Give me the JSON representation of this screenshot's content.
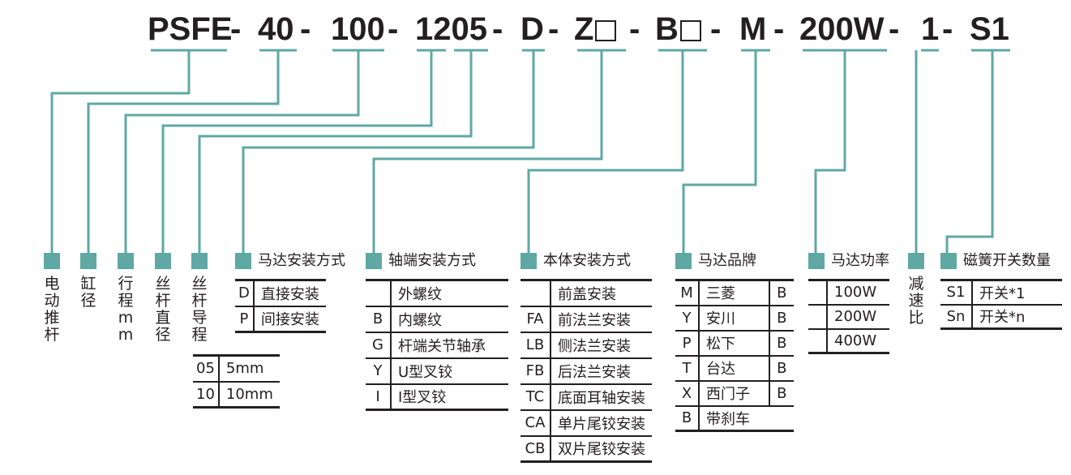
{
  "code": {
    "segments": [
      "PSFE",
      "40",
      "100",
      "1205",
      "D",
      "Z",
      "B",
      "M",
      "200W",
      "1",
      "S1"
    ],
    "dash": "-"
  },
  "groups": {
    "motor_type": "电动推杆",
    "bore": "缸径",
    "stroke": "行程mm",
    "screw_diameter": "丝杆直径",
    "screw_lead": "丝杆导程",
    "reduction": "减速比"
  },
  "lead_table": [
    {
      "code": "05",
      "label": "5mm"
    },
    {
      "code": "10",
      "label": "10mm"
    }
  ],
  "motor_mount": {
    "title": "马达安装方式",
    "rows": [
      {
        "code": "D",
        "label": "直接安装"
      },
      {
        "code": "P",
        "label": "间接安装"
      }
    ]
  },
  "shaft_mount": {
    "title": "轴端安装方式",
    "rows": [
      {
        "code": "",
        "label": "外螺纹"
      },
      {
        "code": "B",
        "label": "内螺纹"
      },
      {
        "code": "G",
        "label": "杆端关节轴承"
      },
      {
        "code": "Y",
        "label": "U型叉铰"
      },
      {
        "code": "I",
        "label": "I型叉铰"
      }
    ]
  },
  "body_mount": {
    "title": "本体安装方式",
    "rows": [
      {
        "code": "",
        "label": "前盖安装"
      },
      {
        "code": "FA",
        "label": "前法兰安装"
      },
      {
        "code": "LB",
        "label": "侧法兰安装"
      },
      {
        "code": "FB",
        "label": "后法兰安装"
      },
      {
        "code": "TC",
        "label": "底面耳轴安装"
      },
      {
        "code": "CA",
        "label": "单片尾铰安装"
      },
      {
        "code": "CB",
        "label": "双片尾铰安装"
      }
    ]
  },
  "motor_brand": {
    "title": "马达品牌",
    "rows": [
      {
        "code": "M",
        "label": "三菱",
        "b": "B"
      },
      {
        "code": "Y",
        "label": "安川",
        "b": "B"
      },
      {
        "code": "P",
        "label": "松下",
        "b": "B"
      },
      {
        "code": "T",
        "label": "台达",
        "b": "B"
      },
      {
        "code": "X",
        "label": "西门子",
        "b": "B"
      },
      {
        "code": "B",
        "label": "带刹车",
        "b": ""
      }
    ]
  },
  "motor_power": {
    "title": "马达功率",
    "rows": [
      {
        "code": "",
        "label": "100W"
      },
      {
        "code": "",
        "label": "200W"
      },
      {
        "code": "",
        "label": "400W"
      }
    ]
  },
  "switches": {
    "title": "磁簧开关数量",
    "rows": [
      {
        "code": "S1",
        "label": "开关*1"
      },
      {
        "code": "Sn",
        "label": "开关*n"
      }
    ]
  },
  "colors": {
    "accent": "#5fa8a3",
    "text": "#231f20",
    "line": "#5fa8a3"
  }
}
